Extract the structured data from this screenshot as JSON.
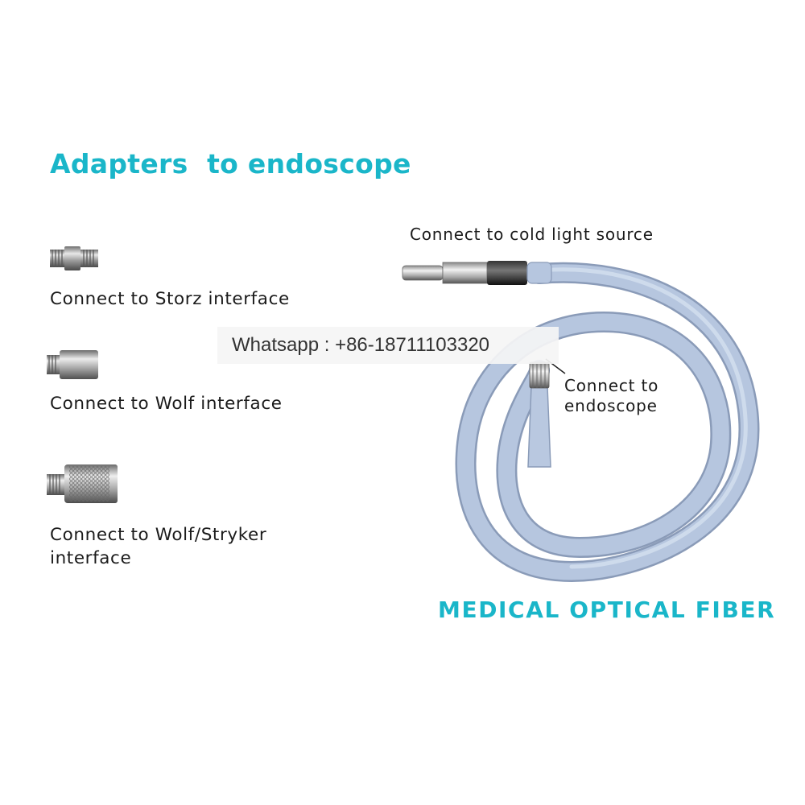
{
  "accent_color": "#1ab6c9",
  "cable_color": "#aebfd9",
  "section_title": "Adapters  to endoscope",
  "adapters": [
    {
      "icon": "storz-adapter-icon",
      "label": "Connect to Storz interface"
    },
    {
      "icon": "wolf-adapter-icon",
      "label": "Connect to Wolf interface"
    },
    {
      "icon": "wolf-stryker-adapter-icon",
      "label_line1": "Connect to Wolf/Stryker",
      "label_line2": "interface"
    }
  ],
  "watermark": "Whatsapp : +86-18711103320",
  "callouts": {
    "light_source": "Connect to cold light source",
    "endoscope_line1": "Connect to",
    "endoscope_line2": "endoscope"
  },
  "product_title": "MEDICAL OPTICAL FIBER"
}
